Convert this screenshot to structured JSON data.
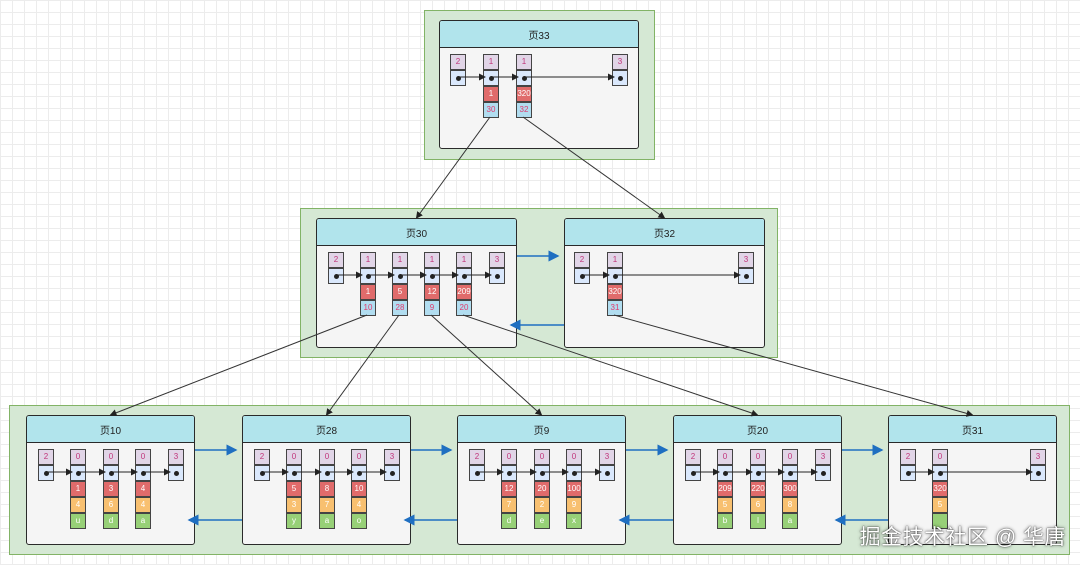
{
  "colors": {
    "level_fill": "#d5e8d4",
    "page_header": "#b1e4ec",
    "page_body": "#f5f5f5",
    "link_arrow": "#1f6fc1",
    "tree_arrow": "#333333"
  },
  "pages": {
    "p33": {
      "title": "页33",
      "slots": [
        {
          "type": "2"
        },
        {
          "type": "1",
          "key": "1",
          "child": "30"
        },
        {
          "type": "1",
          "key": "320",
          "child": "32"
        },
        {
          "type": "3"
        }
      ]
    },
    "p30": {
      "title": "页30",
      "slots": [
        {
          "type": "2"
        },
        {
          "type": "1",
          "key": "1",
          "child": "10"
        },
        {
          "type": "1",
          "key": "5",
          "child": "28"
        },
        {
          "type": "1",
          "key": "12",
          "child": "9"
        },
        {
          "type": "1",
          "key": "209",
          "child": "20"
        },
        {
          "type": "3"
        }
      ]
    },
    "p32": {
      "title": "页32",
      "slots": [
        {
          "type": "2"
        },
        {
          "type": "1",
          "key": "320",
          "child": "31"
        },
        {
          "type": "3"
        }
      ]
    },
    "p10": {
      "title": "页10",
      "slots": [
        {
          "type": "2"
        },
        {
          "type": "0",
          "c1": "1",
          "c2": "4",
          "c3": "u"
        },
        {
          "type": "0",
          "c1": "3",
          "c2": "6",
          "c3": "d"
        },
        {
          "type": "0",
          "c1": "4",
          "c2": "4",
          "c3": "a"
        },
        {
          "type": "3"
        }
      ]
    },
    "p28": {
      "title": "页28",
      "slots": [
        {
          "type": "2"
        },
        {
          "type": "0",
          "c1": "5",
          "c2": "3",
          "c3": "y"
        },
        {
          "type": "0",
          "c1": "8",
          "c2": "7",
          "c3": "a"
        },
        {
          "type": "0",
          "c1": "10",
          "c2": "4",
          "c3": "o"
        },
        {
          "type": "3"
        }
      ]
    },
    "p9": {
      "title": "页9",
      "slots": [
        {
          "type": "2"
        },
        {
          "type": "0",
          "c1": "12",
          "c2": "7",
          "c3": "d"
        },
        {
          "type": "0",
          "c1": "20",
          "c2": "2",
          "c3": "e"
        },
        {
          "type": "0",
          "c1": "100",
          "c2": "9",
          "c3": "x"
        },
        {
          "type": "3"
        }
      ]
    },
    "p20": {
      "title": "页20",
      "slots": [
        {
          "type": "2"
        },
        {
          "type": "0",
          "c1": "209",
          "c2": "5",
          "c3": "b"
        },
        {
          "type": "0",
          "c1": "220",
          "c2": "6",
          "c3": "l"
        },
        {
          "type": "0",
          "c1": "300",
          "c2": "8",
          "c3": "a"
        },
        {
          "type": "3"
        }
      ]
    },
    "p31": {
      "title": "页31",
      "slots": [
        {
          "type": "2"
        },
        {
          "type": "0",
          "c1": "320",
          "c2": "5",
          "c3": ""
        },
        {
          "type": "3"
        }
      ]
    }
  },
  "watermark": "掘金技术社区 @ 华唐"
}
